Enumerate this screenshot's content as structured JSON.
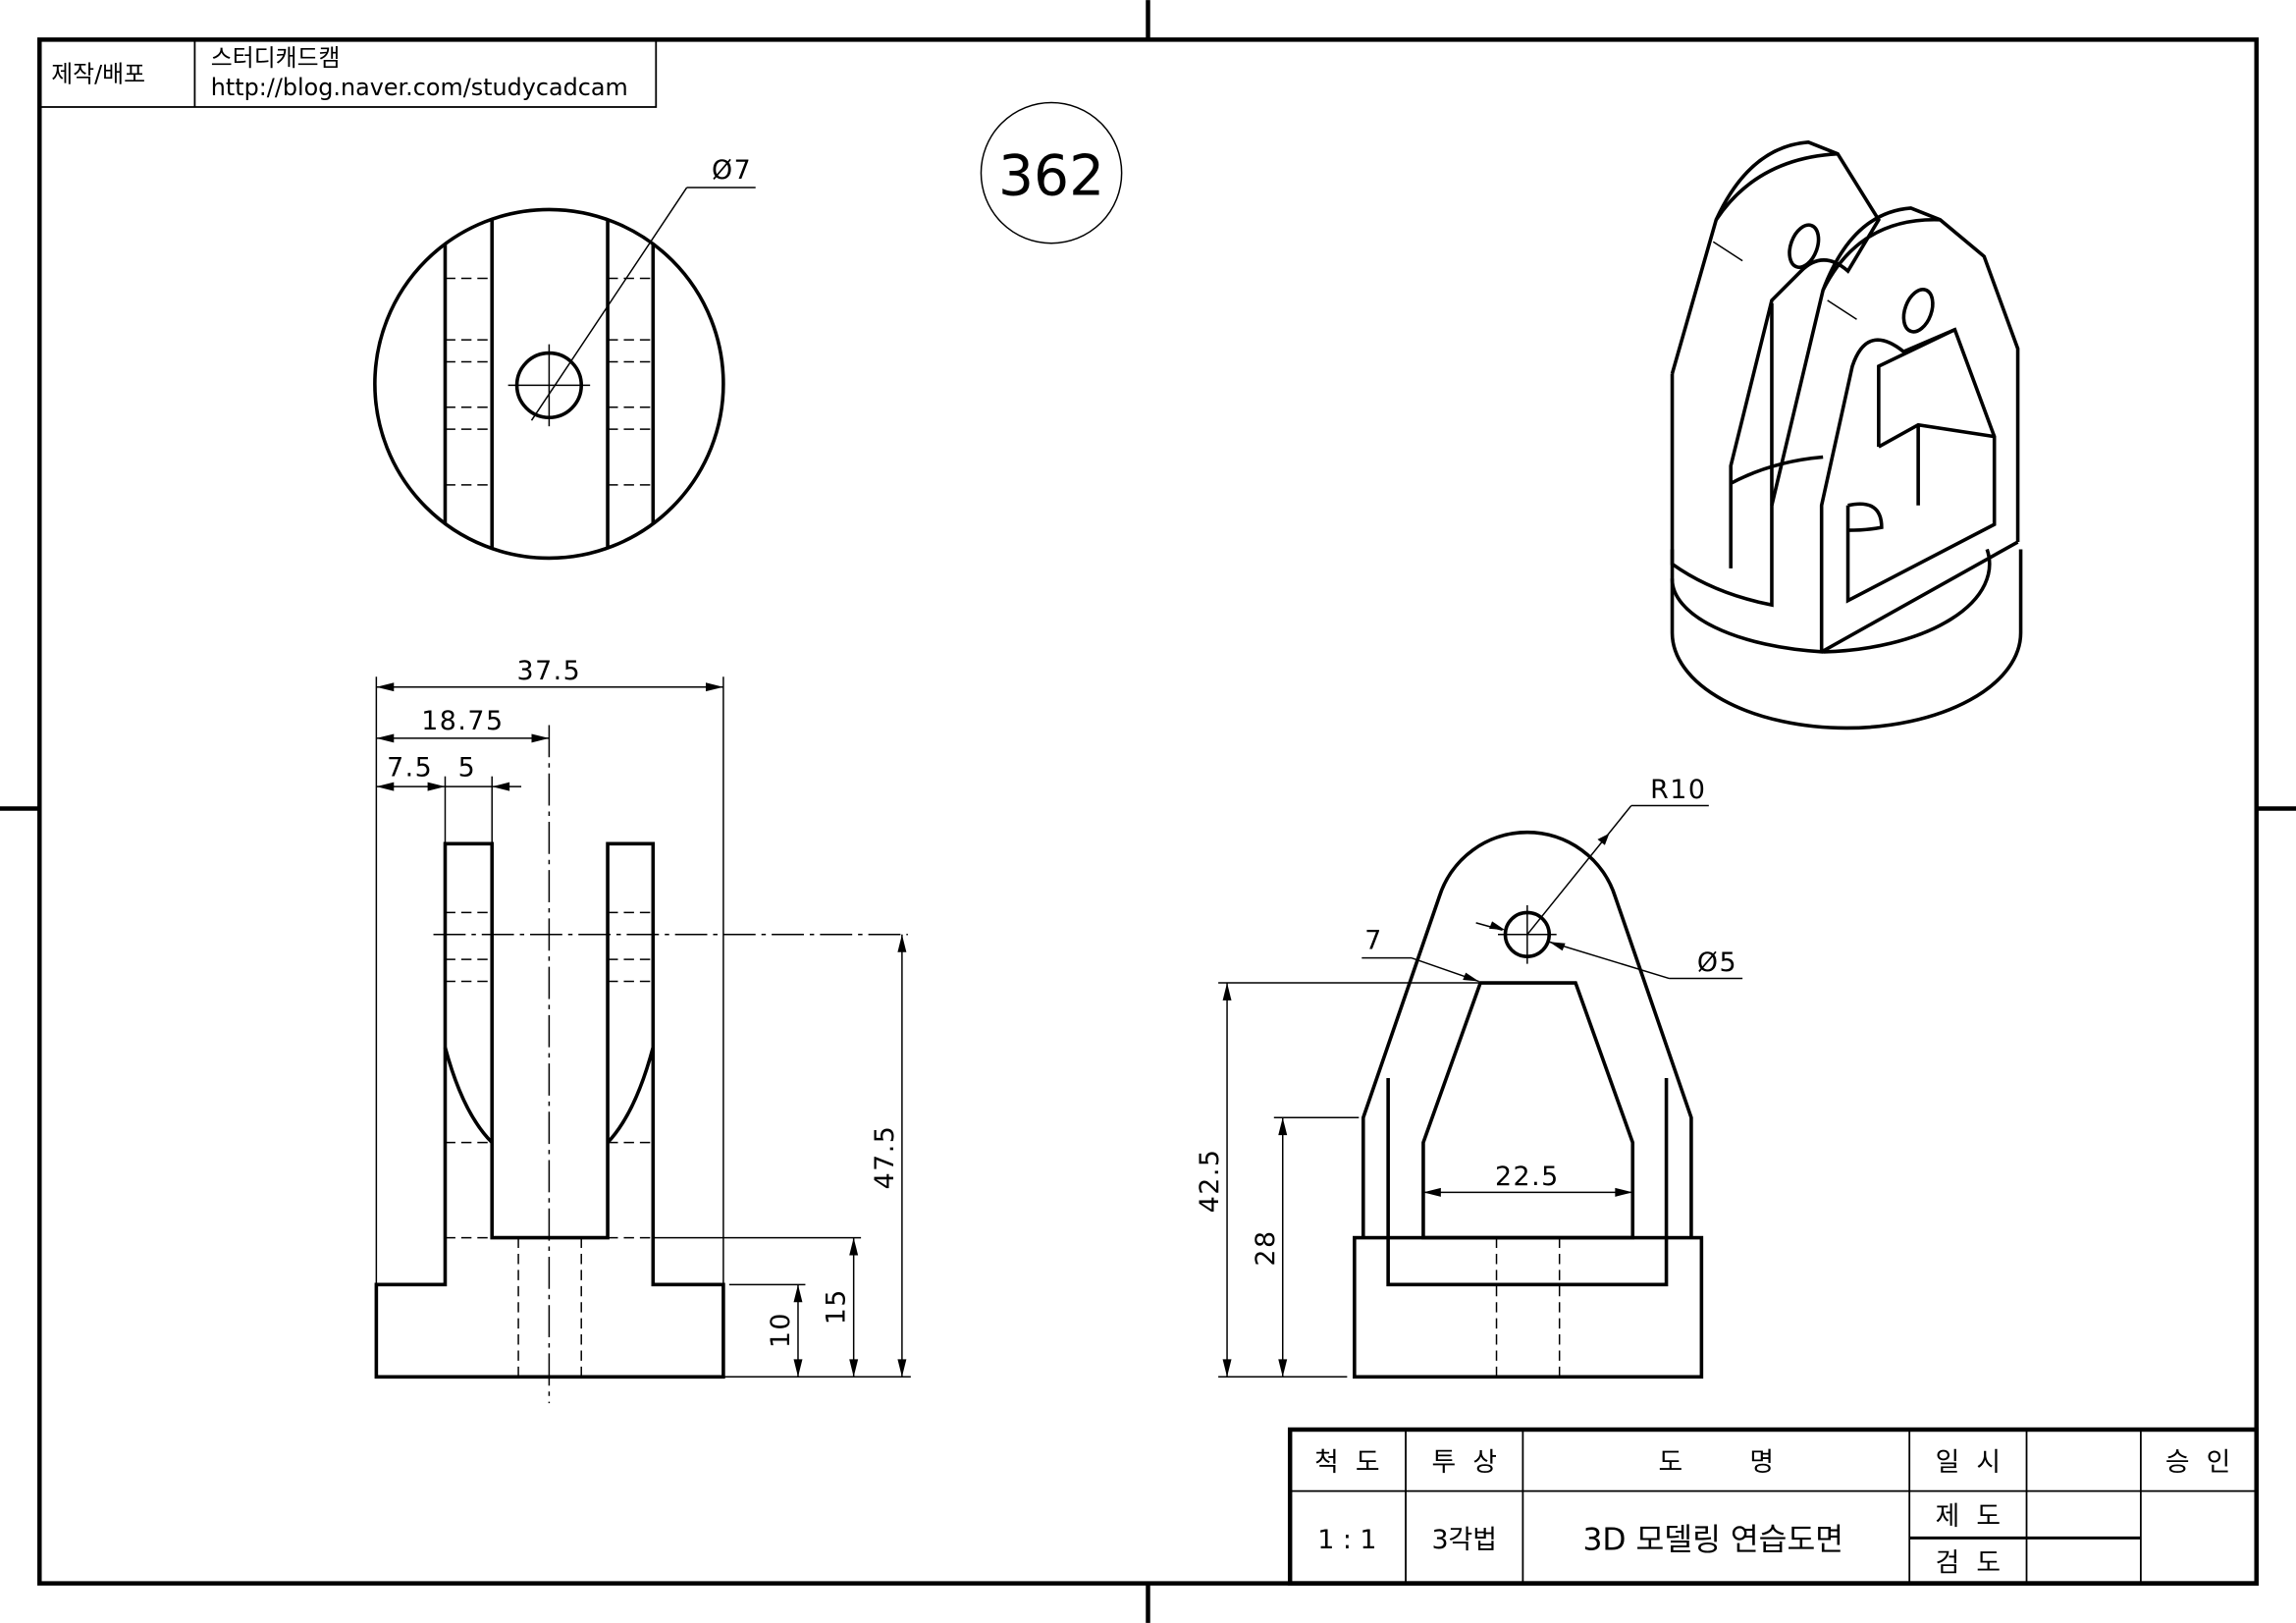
{
  "header": {
    "label": "제작/배포",
    "author": "스터디캐드캠",
    "url": "http://blog.naver.com/studycadcam"
  },
  "drawing_number": "362",
  "dimensions": {
    "top_hole": "Ø7",
    "width_total": "37.5",
    "width_half": "18.75",
    "offset": "7.5",
    "arm_thickness": "5",
    "height_total": "47.5",
    "base_step": "15",
    "base_height": "10",
    "radius": "R10",
    "pin_hole": "Ø5",
    "arm_wall": "7",
    "inner_width": "22.5",
    "side_height": "42.5",
    "side_lower": "28"
  },
  "title_block": {
    "scale_label": "척  도",
    "projection_label": "투  상",
    "title_label": "도        명",
    "date_label": "일  시",
    "approve_label": "승  인",
    "scale_value": "1 : 1",
    "projection_value": "3각법",
    "title_value": "3D 모델링 연습도면",
    "drafted_label": "제  도",
    "checked_label": "검  도"
  }
}
